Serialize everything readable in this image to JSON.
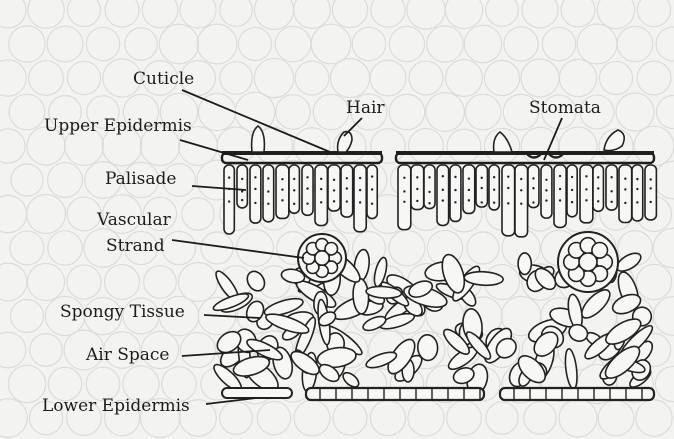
{
  "labels": {
    "cuticle": "Cuticle",
    "hair": "Hair",
    "stomata": "Stomata",
    "upper_epidermis": "Upper Epidermis",
    "palisade": "Palisade",
    "vascular_line1": "Vascular",
    "vascular_line2": "Strand",
    "spongy_tissue": "Spongy Tissue",
    "air_space": "Air Space",
    "lower_epidermis": "Lower Epidermis"
  },
  "colors": {
    "paper": "#f3f3f1",
    "ink": "#1f1f1f",
    "faded_background": "#dcdcd8"
  }
}
